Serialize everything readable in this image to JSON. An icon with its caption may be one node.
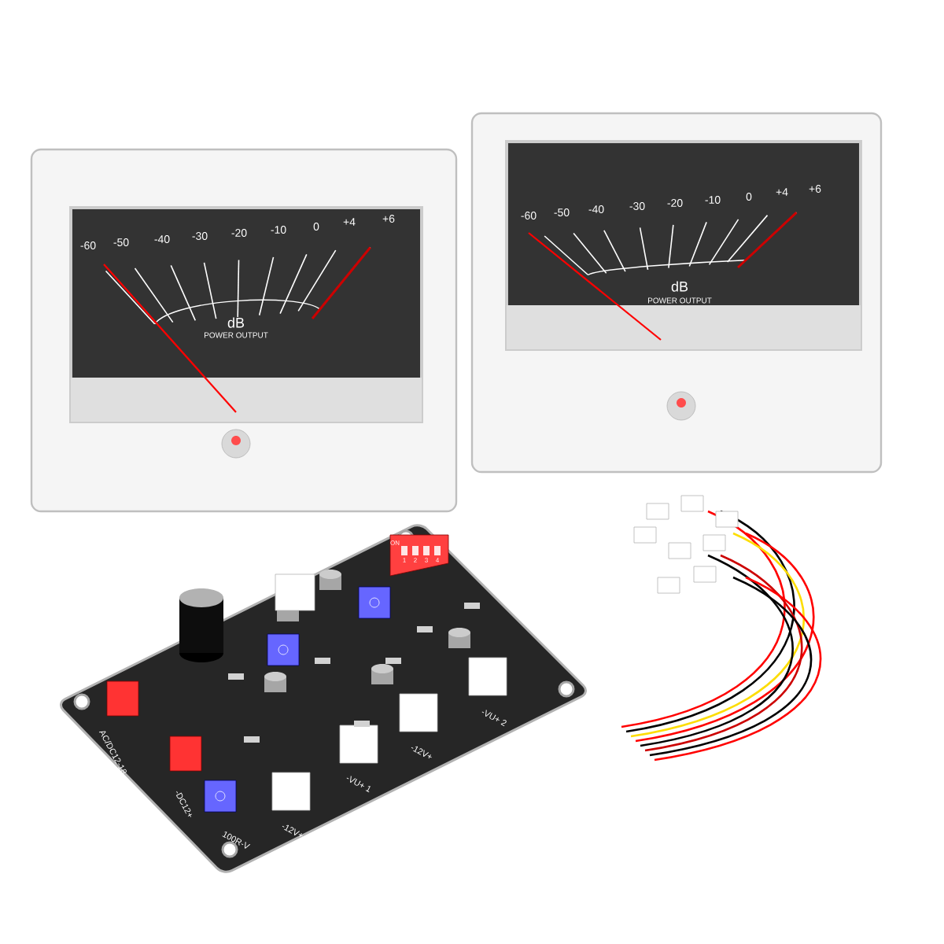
{
  "diagram": {
    "labels": [
      "-60",
      "-50",
      "-40",
      "-30",
      "-20",
      "-10",
      "0",
      "+4",
      "+6",
      "dB",
      "POWER OUTPUT",
      "-60",
      "-50",
      "-40",
      "-30",
      "-20",
      "-10",
      "0",
      "+4",
      "+6",
      "dB",
      "POWER OUTPUT",
      "ON",
      "1",
      "2",
      "3",
      "4",
      "AC/DC12-18",
      "-DC12+",
      "100R-V",
      "-12V+",
      "-VU+ 1",
      "-12V+",
      "-VU+ 2"
    ]
  }
}
